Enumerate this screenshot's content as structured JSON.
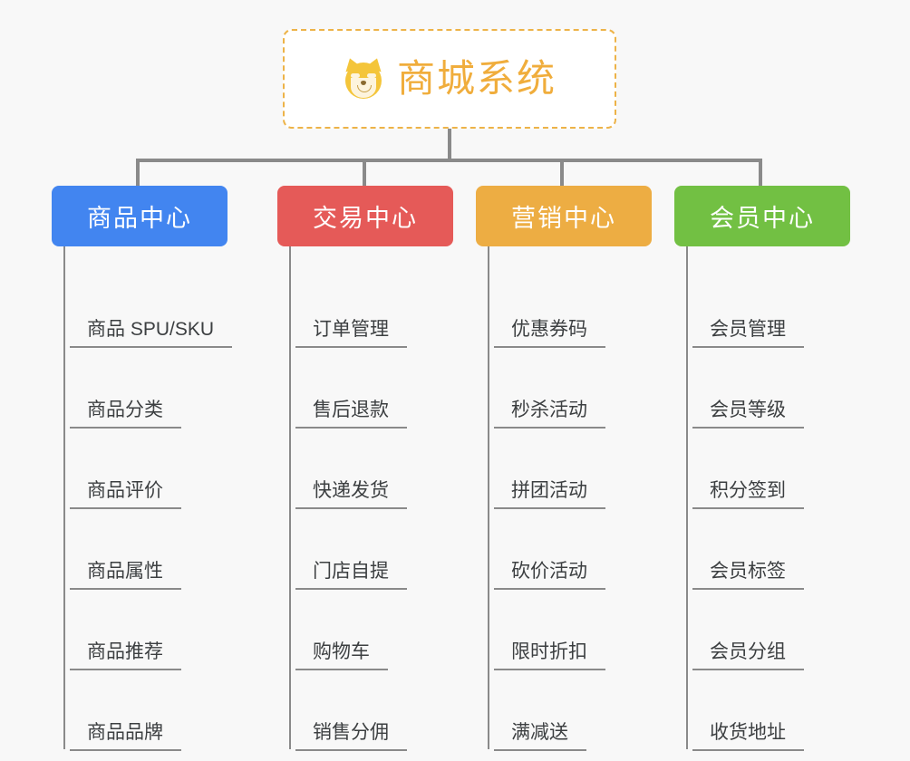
{
  "diagram": {
    "background_color": "#f8f8f8",
    "root": {
      "title": "商城系统",
      "icon": "shiba-dog-face-emoji",
      "border_color": "#edb348",
      "text_color": "#f0ad3c"
    },
    "columns": [
      {
        "header": "商品中心",
        "color": "#4285f0",
        "items": [
          "商品 SPU/SKU",
          "商品分类",
          "商品评价",
          "商品属性",
          "商品推荐",
          "商品品牌"
        ]
      },
      {
        "header": "交易中心",
        "color": "#e55a58",
        "items": [
          "订单管理",
          "售后退款",
          "快递发货",
          "门店自提",
          "购物车",
          "销售分佣"
        ]
      },
      {
        "header": "营销中心",
        "color": "#edad43",
        "items": [
          "优惠券码",
          "秒杀活动",
          "拼团活动",
          "砍价活动",
          "限时折扣",
          "满减送"
        ]
      },
      {
        "header": "会员中心",
        "color": "#72c043",
        "items": [
          "会员管理",
          "会员等级",
          "积分签到",
          "会员标签",
          "会员分组",
          "收货地址"
        ]
      }
    ]
  }
}
